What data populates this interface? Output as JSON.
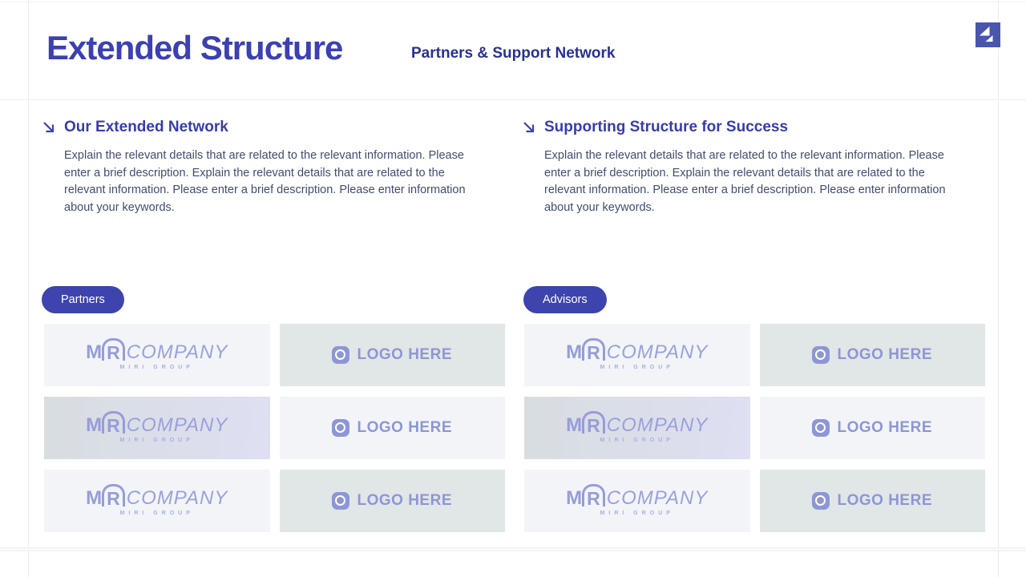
{
  "header": {
    "title": "Extended Structure",
    "subtitle": "Partners & Support Network"
  },
  "sections": {
    "left": {
      "heading": "Our Extended Network",
      "body": "Explain the relevant details that are related to the relevant information. Please enter a brief description. Explain the relevant details that are related to the relevant information. Please enter a brief description. Please enter information about your keywords.",
      "tag": "Partners"
    },
    "right": {
      "heading": "Supporting Structure for Success",
      "body": "Explain the relevant details that are related to the relevant information. Please enter a brief description. Explain the relevant details that are related to the relevant information. Please enter a brief description. Please enter information about your keywords.",
      "tag": "Advisors"
    }
  },
  "logo_miri": {
    "m": "M",
    "r": "R",
    "company": "COMPANY",
    "subtext": "MIRI GROUP"
  },
  "logo_here": {
    "label": "LOGO HERE",
    "icon": "camera-lens-icon"
  },
  "grids": {
    "left": [
      {
        "type": "miri",
        "bg": "light"
      },
      {
        "type": "logo",
        "bg": "medium"
      },
      {
        "type": "miri",
        "bg": "gradient"
      },
      {
        "type": "logo",
        "bg": "light"
      },
      {
        "type": "miri",
        "bg": "light"
      },
      {
        "type": "logo",
        "bg": "medium"
      }
    ],
    "right": [
      {
        "type": "miri",
        "bg": "light"
      },
      {
        "type": "logo",
        "bg": "medium"
      },
      {
        "type": "miri",
        "bg": "gradient"
      },
      {
        "type": "logo",
        "bg": "light"
      },
      {
        "type": "miri",
        "bg": "light"
      },
      {
        "type": "logo",
        "bg": "medium"
      }
    ]
  },
  "colors": {
    "primary_indigo": "#3c40b2",
    "subtitle_navy": "#293190",
    "pill_blue": "#3d44ad",
    "body_slate": "#414c6e",
    "periwinkle": "#8d96d5",
    "card_light": "#f2f4f8",
    "card_medium": "#e1e6e6"
  }
}
